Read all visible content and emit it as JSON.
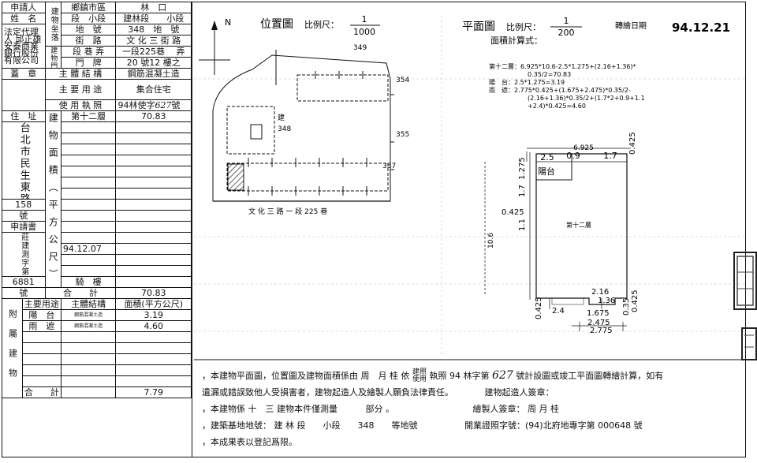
{
  "left_table": {
    "applicant_label": "申請人",
    "name_label": "姓　名",
    "bldg_loc_label": "建物坐落",
    "door_label": "建物門牌",
    "district_label": "鄉鎮市區",
    "district_value": "林　口",
    "section_label": "段　小段",
    "section_value": "建林段　　小段",
    "lot_label": "地　號",
    "lot_value": "348　地　號",
    "street_label": "街　路",
    "street_value": "文 化 三 街 路",
    "lane_label": "段 巷 弄",
    "lane_value": "一段225巷　 弄",
    "number_label": "門　牌",
    "number_value": "20 號12 樓之",
    "applicant_name": "法定代理人 邱正雄 安泰商業銀行股份有限公司",
    "seal_label": "蓋　章",
    "structure_label": "主 體 結 構",
    "structure_value": "鋼筋混凝土造",
    "use_label": "主 要 用 途",
    "use_value": "集合住宅",
    "permit_label": "使 用 執 照",
    "permit_value": "94林使字",
    "permit_hand": "627",
    "permit_suffix": "號",
    "address_label": "住　址",
    "address_value": "台北市民生東路三段",
    "address_num": "158",
    "address_num_suffix": "號",
    "building_area_label": "建物面積（平方公尺）",
    "floor_label": "第十二層",
    "floor_value": "70.83",
    "arcade_label": "騎　樓",
    "app_form_label": "申請書",
    "app_date": "94.12.07",
    "app_word": "莊建測字第",
    "app_no": "6881",
    "app_no_suffix": "號",
    "total_label": "合　　計",
    "total_value": "70.83",
    "annex_label": "附屬建物",
    "annex_use_header": "主要用途",
    "annex_struct_header": "主體結構",
    "annex_area_header": "面積(平方公尺)",
    "annex_rows": [
      {
        "use": "陽　台",
        "struct": "鋼筋混凝土造",
        "area": "3.19"
      },
      {
        "use": "雨　遮",
        "struct": "鋼筋混凝土造",
        "area": "4.60"
      }
    ],
    "annex_total_label": "合　　計",
    "annex_total_value": "7.79"
  },
  "location_map": {
    "title": "位置圖",
    "scale_label": "比例尺：",
    "scale_num": "1",
    "scale_den": "1000",
    "north": "N",
    "lots": [
      "349",
      "354",
      "355",
      "357"
    ],
    "bldg_label": "建",
    "bldg_lot": "348",
    "road_label": "文 化 三 路 一 段 225 巷"
  },
  "floor_plan": {
    "title": "平面圖",
    "scale_label": "比例尺：",
    "scale_num": "1",
    "scale_den": "200",
    "transfer_label": "轉繪日期",
    "transfer_date": "94.12.21",
    "calc_title": "面積計算式：",
    "calc_lines": [
      "第十二層：6.925*10.6-2.5*1.275+(2.16+1.36)*",
      "0.35/2=70.83",
      "陽　台：2.5*1.275=3.19",
      "雨　遮：2.775*0.425+(1.675+2.475)*0.35/2-",
      "(2.16+1.36)*0.35/2+(1.7*2+0.9+1.1",
      "+2.4)*0.425=4.60"
    ],
    "dims": {
      "d6925": "6.925",
      "d25": "2.5",
      "d09": "0.9",
      "d17a": "1.7",
      "d0425a": "0.425",
      "d1275": "1.275",
      "d17b": "1.7",
      "d0425b": "0.425",
      "d11": "1.1",
      "d106": "10.6",
      "d216": "2.16",
      "d136": "1.36",
      "d1675": "1.675",
      "d2475": "2.475",
      "d2775": "2.775",
      "d0425c": "0.425",
      "d24": "2.4",
      "d035": "0.35",
      "d0425d": "0.425"
    },
    "balcony_label": "陽台",
    "floor_label": "第十二層"
  },
  "notes": {
    "line1a": "，本建物平面圖，位置圖及建物面積係由",
    "line1b": "周　月 桂",
    "line1c": "依",
    "line1d": "建照",
    "line1e": "使用",
    "line1f": "執照 94 林字第",
    "line1g": "627",
    "line1h": "號計設圖或竣工平面圖轉繪計算，如有",
    "line2": "遺漏或錯誤致他人受損害者，建物起造人及繪製人願負法律責任。",
    "line3a": "，本建物係",
    "line3b": "十　三",
    "line3c": "建物本件僅測量",
    "line3d": "部分 。",
    "line4a": "，建築基地地號：",
    "line4b": "建 林 段　　小段　　348　　等地號",
    "line5": "，本成果表以登記爲限。",
    "owner_sig": "建物起造人簽章：",
    "drafter_sig": "繪製人簽章：",
    "drafter_name": "周 月 桂",
    "license": "開業證照字號：(94)北府地專字第 000648 號"
  }
}
